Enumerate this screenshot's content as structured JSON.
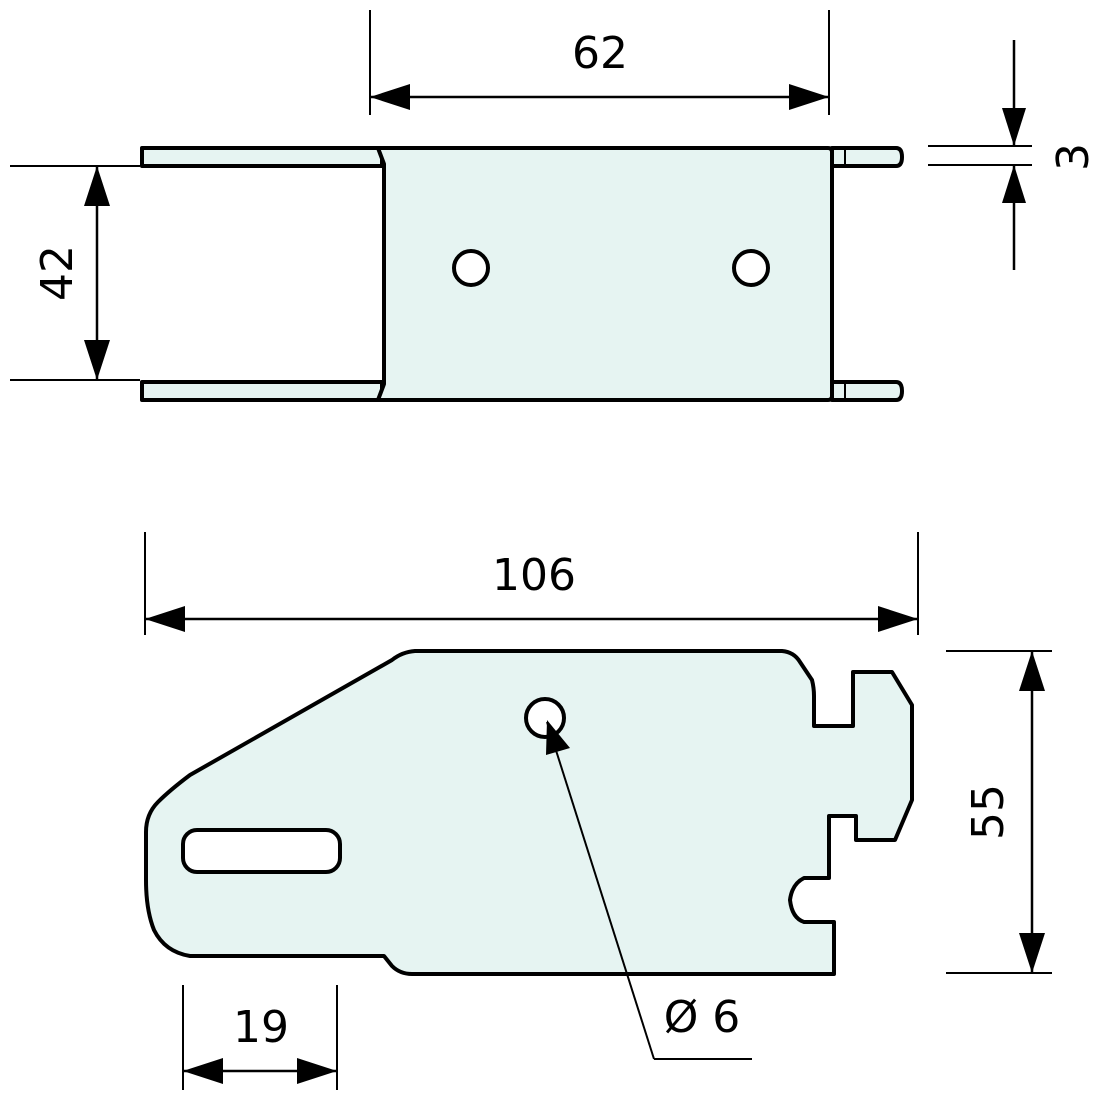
{
  "drawing": {
    "background": "#ffffff",
    "part_fill": "#e6f4f2",
    "line_color": "#000000",
    "top_view": {
      "dims": {
        "width_center": "62",
        "height": "42",
        "thickness": "3"
      }
    },
    "side_view": {
      "dims": {
        "overall_length": "106",
        "height": "55",
        "slot_offset": "19",
        "hole_diameter": "Ø 6"
      }
    }
  }
}
